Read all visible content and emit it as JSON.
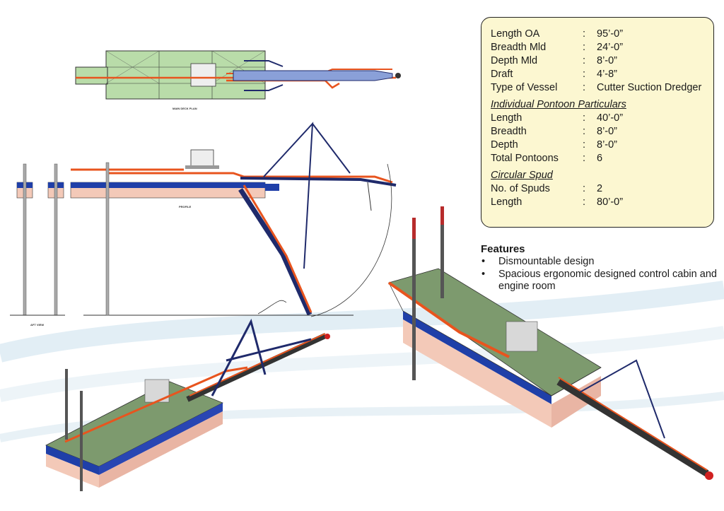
{
  "drawing_labels": {
    "main_deck_plan": "MAIN DECK PLAN",
    "profile": "PROFILE",
    "aft_view": "AFT VIEW"
  },
  "specs": {
    "rows": [
      {
        "label": "Length OA",
        "sep": ":",
        "value": "95’-0”"
      },
      {
        "label": "Breadth Mld",
        "sep": ":",
        "value": "24’-0”"
      },
      {
        "label": "Depth Mld",
        "sep": ":",
        "value": "8’-0”"
      },
      {
        "label": "Draft",
        "sep": ":",
        "value": "4’-8”"
      },
      {
        "label": "Type of Vessel",
        "sep": ":",
        "value": "Cutter Suction Dredger"
      }
    ],
    "pontoon_heading": "Individual Pontoon Particulars",
    "pontoon_rows": [
      {
        "label": "Length",
        "sep": ":",
        "value": "40’-0”"
      },
      {
        "label": "Breadth",
        "sep": ":",
        "value": "8’-0”"
      },
      {
        "label": "Depth",
        "sep": ":",
        "value": "8’-0”"
      },
      {
        "label": "Total Pontoons",
        "sep": ":",
        "value": "6"
      }
    ],
    "spud_heading": "Circular Spud",
    "spud_rows": [
      {
        "label": "No. of Spuds",
        "sep": ":",
        "value": "2"
      },
      {
        "label": "Length",
        "sep": ":",
        "value": "80’-0”"
      }
    ]
  },
  "features": {
    "heading": "Features",
    "bullet": "•",
    "items": [
      "Dismountable design",
      "Spacious ergonomic designed control cabin and engine room"
    ]
  },
  "colors": {
    "deck_green": "#b9dca9",
    "pipe_orange": "#e8541e",
    "hull_blue": "#1f3fa8",
    "hull_pink": "#f3c9b8",
    "boom_navy": "#1f2a6b",
    "box_fill": "#fcf7d1"
  }
}
